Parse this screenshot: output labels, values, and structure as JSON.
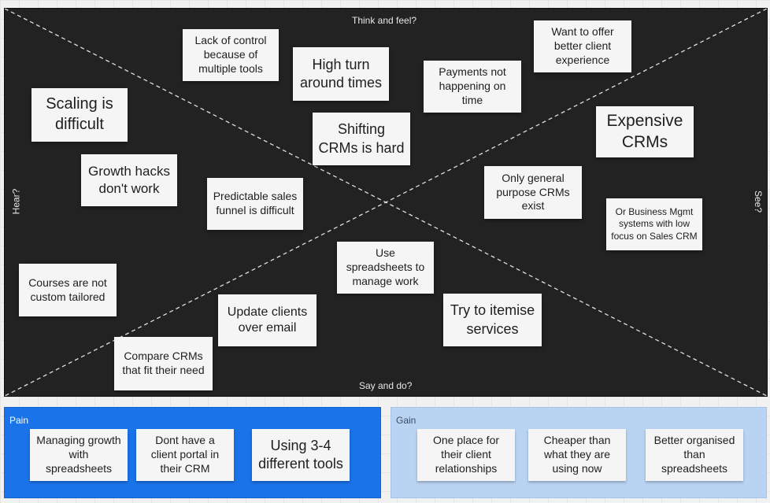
{
  "board": {
    "labels": {
      "top": "Think and feel?",
      "bottom": "Say and do?",
      "left": "Hear?",
      "right": "See?"
    },
    "notes": {
      "lack_of_control": "Lack of control because of multiple tools",
      "high_turn": "High turn around times",
      "payments": "Payments not happening on time",
      "better_experience": "Want to offer better client experience",
      "scaling": "Scaling is difficult",
      "shifting": "Shifting CRMs is hard",
      "expensive": "Expensive CRMs",
      "growth_hacks": "Growth hacks don't work",
      "predictable": "Predictable sales funnel is difficult",
      "general_crms": "Only general purpose CRMs exist",
      "business_mgmt": "Or Business Mgmt systems with low focus on Sales CRM",
      "spreadsheets": "Use spreadsheets to manage work",
      "courses": "Courses are not custom tailored",
      "update_clients": "Update clients over email",
      "itemise": "Try to itemise services",
      "compare": "Compare CRMs that fit their need"
    }
  },
  "pain": {
    "title": "Pain",
    "notes": [
      "Managing growth with spreadsheets",
      "Dont have a client portal in their CRM",
      "Using 3-4 different tools"
    ]
  },
  "gain": {
    "title": "Gain",
    "notes": [
      "One place for their client relationships",
      "Cheaper than what they are using now",
      "Better organised than spreadsheets"
    ]
  },
  "colors": {
    "board": "#222222",
    "sticky": "#f5f5f5",
    "pain_panel": "#1a73e8",
    "gain_panel": "#b9d3f3"
  }
}
